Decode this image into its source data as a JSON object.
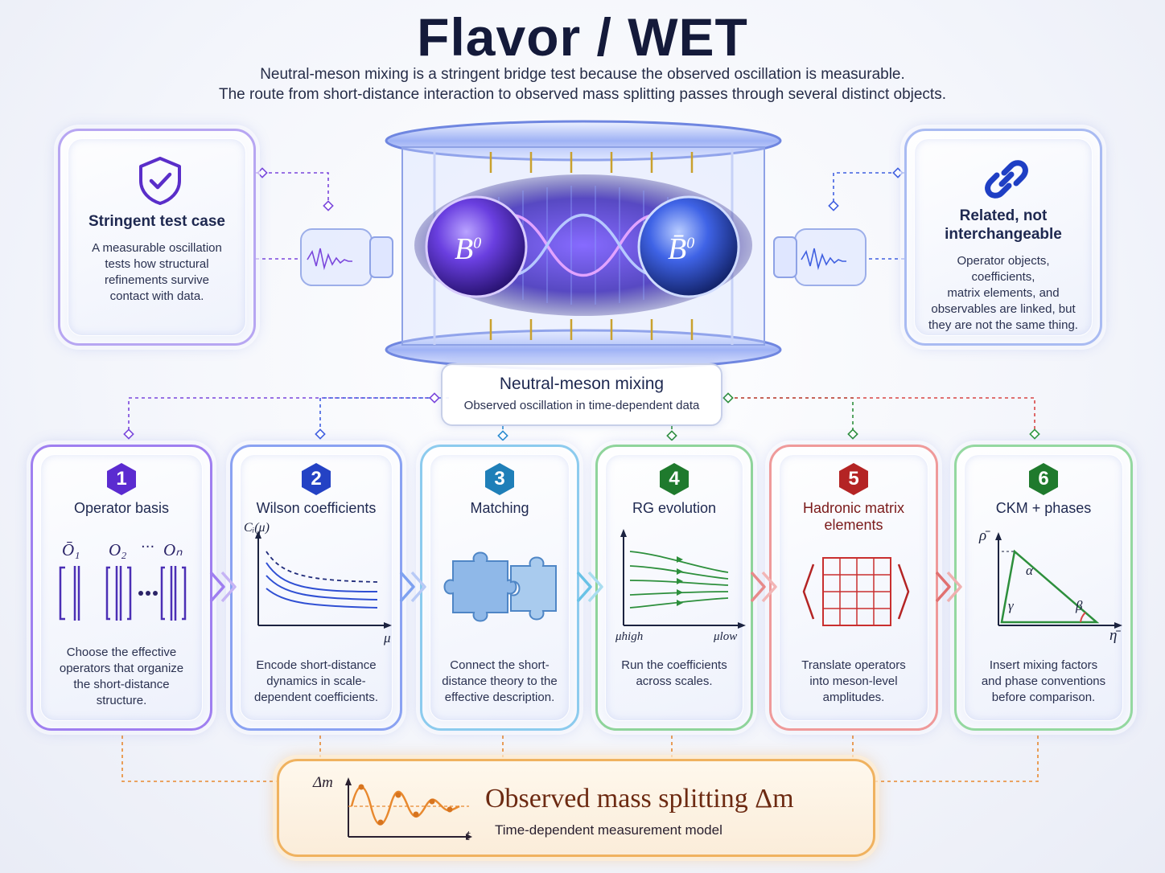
{
  "header": {
    "title": "Flavor / WET",
    "subtitle_line1": "Neutral-meson mixing is a stringent bridge test because the observed oscillation is measurable.",
    "subtitle_line2": "The route from short-distance interaction to observed mass splitting passes through several distinct objects."
  },
  "left_card": {
    "icon": "shield-check-icon",
    "title": "Stringent test case",
    "lines": [
      "A measurable oscillation",
      "tests how structural",
      "refinements survive",
      "contact with data."
    ]
  },
  "right_card": {
    "icon": "chain-link-icon",
    "title_line1": "Related, not",
    "title_line2": "interchangeable",
    "lines": [
      "Operator objects, coefficients,",
      "matrix elements, and",
      "observables are linked, but",
      "they are not the same thing."
    ]
  },
  "mixing": {
    "meson_left": "B",
    "meson_left_sup": "0",
    "meson_right": "B̄",
    "meson_right_sup": "0",
    "box_title": "Neutral-meson mixing",
    "box_subtitle": "Observed oscillation in time-dependent data"
  },
  "stages": [
    {
      "number": "1",
      "title": "Operator basis",
      "color": "#6a35d9",
      "labels": [
        "Ō₁",
        "O₂",
        "···",
        "Oₙ"
      ],
      "desc": [
        "Choose the effective",
        "operators that organize",
        "the short-distance",
        "structure."
      ]
    },
    {
      "number": "2",
      "title": "Wilson coefficients",
      "color": "#2f4fd3",
      "labels": [
        "Cᵢ(μ)",
        "μ"
      ],
      "desc": [
        "Encode short-distance",
        "dynamics in scale-",
        "dependent coefficients."
      ]
    },
    {
      "number": "3",
      "title": "Matching",
      "color": "#2a8ed1",
      "labels": [],
      "desc": [
        "Connect the short-",
        "distance theory to the",
        "effective description."
      ]
    },
    {
      "number": "4",
      "title": "RG evolution",
      "color": "#2d8f3c",
      "labels": [
        "μhigh",
        "μlow"
      ],
      "desc": [
        "Run the coefficients",
        "across scales."
      ]
    },
    {
      "number": "5",
      "title_line1": "Hadronic matrix",
      "title_line2": "elements",
      "color": "#c92f2f",
      "labels": [],
      "desc": [
        "Translate operators",
        "into meson-level",
        "amplitudes."
      ]
    },
    {
      "number": "6",
      "title": "CKM + phases",
      "color": "#2e9a3f",
      "labels": [
        "ρ̄",
        "η̄",
        "α",
        "β",
        "γ"
      ],
      "desc": [
        "Insert mixing factors",
        "and phase conventions",
        "before comparison."
      ]
    }
  ],
  "observed": {
    "title": "Observed mass splitting Δm",
    "subtitle": "Time-dependent measurement model",
    "y_label": "Δm",
    "x_label": "t"
  },
  "colors": {
    "purple": "#6a35d9",
    "blue": "#2f4fd3",
    "cyan": "#2a8ed1",
    "green": "#2d8f3c",
    "red": "#c92f2f",
    "green2": "#2e9a3f",
    "orange": "#e8892f"
  }
}
